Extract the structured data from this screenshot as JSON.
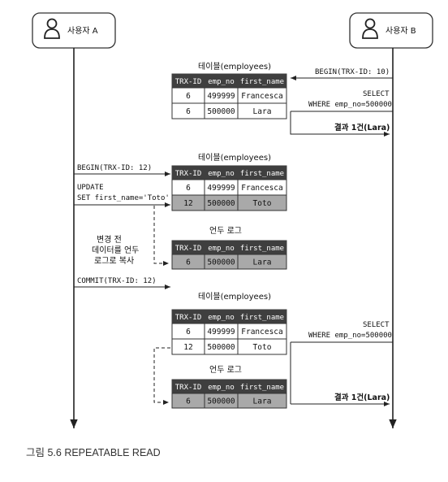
{
  "actors": {
    "a": {
      "label": "사용자 A",
      "icon": "user-icon"
    },
    "b": {
      "label": "사용자 B",
      "icon": "user-icon"
    }
  },
  "columns": [
    "TRX-ID",
    "emp_no",
    "first_name"
  ],
  "phase1": {
    "table_title": "테이블(employees)",
    "rows": [
      {
        "trx": "6",
        "emp": "499999",
        "name": "Francesca"
      },
      {
        "trx": "6",
        "emp": "500000",
        "name": "Lara"
      }
    ],
    "b_begin": "BEGIN(TRX-ID: 10)",
    "b_select_1": "SELECT",
    "b_select_2": "WHERE emp_no=500000",
    "b_result": "결과 1건(Lara)"
  },
  "phase2": {
    "table_title": "테이블(employees)",
    "rows": [
      {
        "trx": "6",
        "emp": "499999",
        "name": "Francesca"
      },
      {
        "trx": "12",
        "emp": "500000",
        "name": "Toto"
      }
    ],
    "a_begin": "BEGIN(TRX-ID: 12)",
    "a_update_1": "UPDATE",
    "a_update_2": "SET first_name='Toto'",
    "undo_note_1": "변경 전",
    "undo_note_2": "데이터를 언두",
    "undo_note_3": "로그로 복사",
    "undo_title": "언두 로그",
    "undo_rows": [
      {
        "trx": "6",
        "emp": "500000",
        "name": "Lara"
      }
    ],
    "a_commit": "COMMIT(TRX-ID: 12)"
  },
  "phase3": {
    "table_title": "테이블(employees)",
    "rows": [
      {
        "trx": "6",
        "emp": "499999",
        "name": "Francesca"
      },
      {
        "trx": "12",
        "emp": "500000",
        "name": "Toto"
      }
    ],
    "b_select_1": "SELECT",
    "b_select_2": "WHERE emp_no=500000",
    "undo_title": "언두 로그",
    "undo_rows": [
      {
        "trx": "6",
        "emp": "500000",
        "name": "Lara"
      }
    ],
    "b_result": "결과 1건(Lara)"
  },
  "caption": "그림 5.6 REPEATABLE READ"
}
